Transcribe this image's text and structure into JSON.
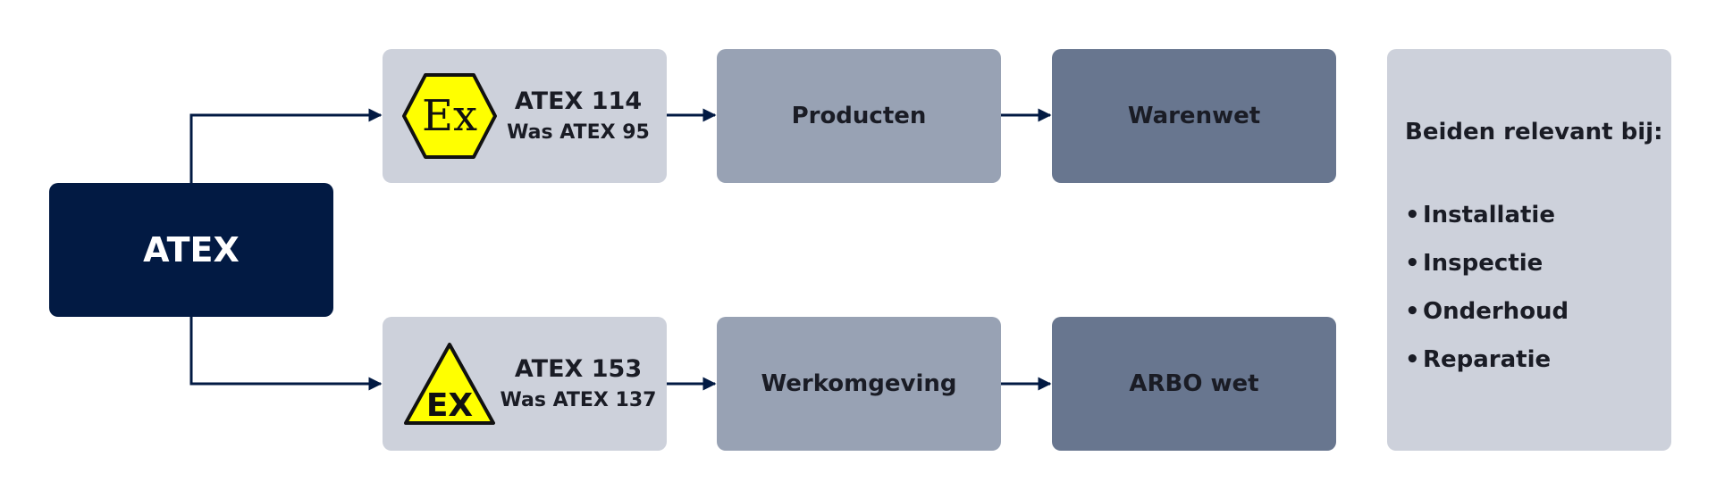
{
  "root": {
    "label": "ATEX"
  },
  "atex_114": {
    "code": "ATEX 114",
    "was": "Was ATEX 95",
    "sign_text": "Ex",
    "sign_icon": "ex-hexagon-icon"
  },
  "atex_153": {
    "code": "ATEX 153",
    "was": "Was ATEX 137",
    "sign_text": "EX",
    "sign_icon": "ex-triangle-icon"
  },
  "producten": {
    "label": "Producten"
  },
  "werkomgeving": {
    "label": "Werkomgeving"
  },
  "warenwet": {
    "label": "Warenwet"
  },
  "arbo": {
    "label": "ARBO wet"
  },
  "side": {
    "title": "Beiden relevant bij:",
    "items": [
      "Installatie",
      "Inspectie",
      "Onderhoud",
      "Reparatie"
    ]
  },
  "colors": {
    "root": "#021a43",
    "light": "#cdd1db",
    "mid": "#98a2b4",
    "dark": "#68768f",
    "sign_yellow": "#ffff00",
    "connector": "#021a43"
  }
}
